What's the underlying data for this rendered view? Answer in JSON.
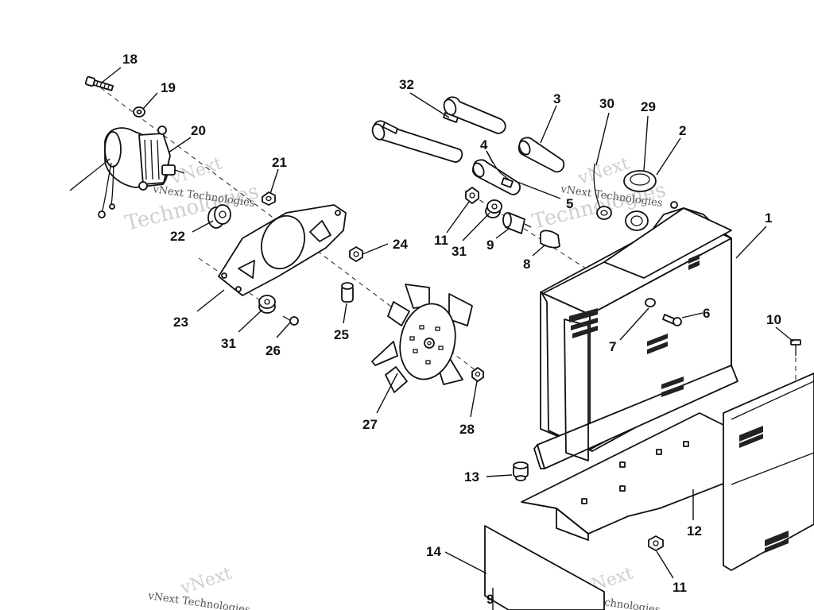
{
  "watermark": {
    "brand": "vNext",
    "company": "Technologies",
    "full": "vNext Technologies"
  },
  "callouts": {
    "n1": "1",
    "n2": "2",
    "n3": "3",
    "n4": "4",
    "n5": "5",
    "n6": "6",
    "n7": "7",
    "n8": "8",
    "n9": "9",
    "n10": "10",
    "n11a": "11",
    "n11b": "11",
    "n12": "12",
    "n13": "13",
    "n14": "14",
    "n18": "18",
    "n19": "19",
    "n20": "20",
    "n21": "21",
    "n22": "22",
    "n23": "23",
    "n24": "24",
    "n25": "25",
    "n26": "26",
    "n27": "27",
    "n28": "28",
    "n29": "29",
    "n30": "30",
    "n31a": "31",
    "n31b": "31",
    "n32": "32"
  }
}
